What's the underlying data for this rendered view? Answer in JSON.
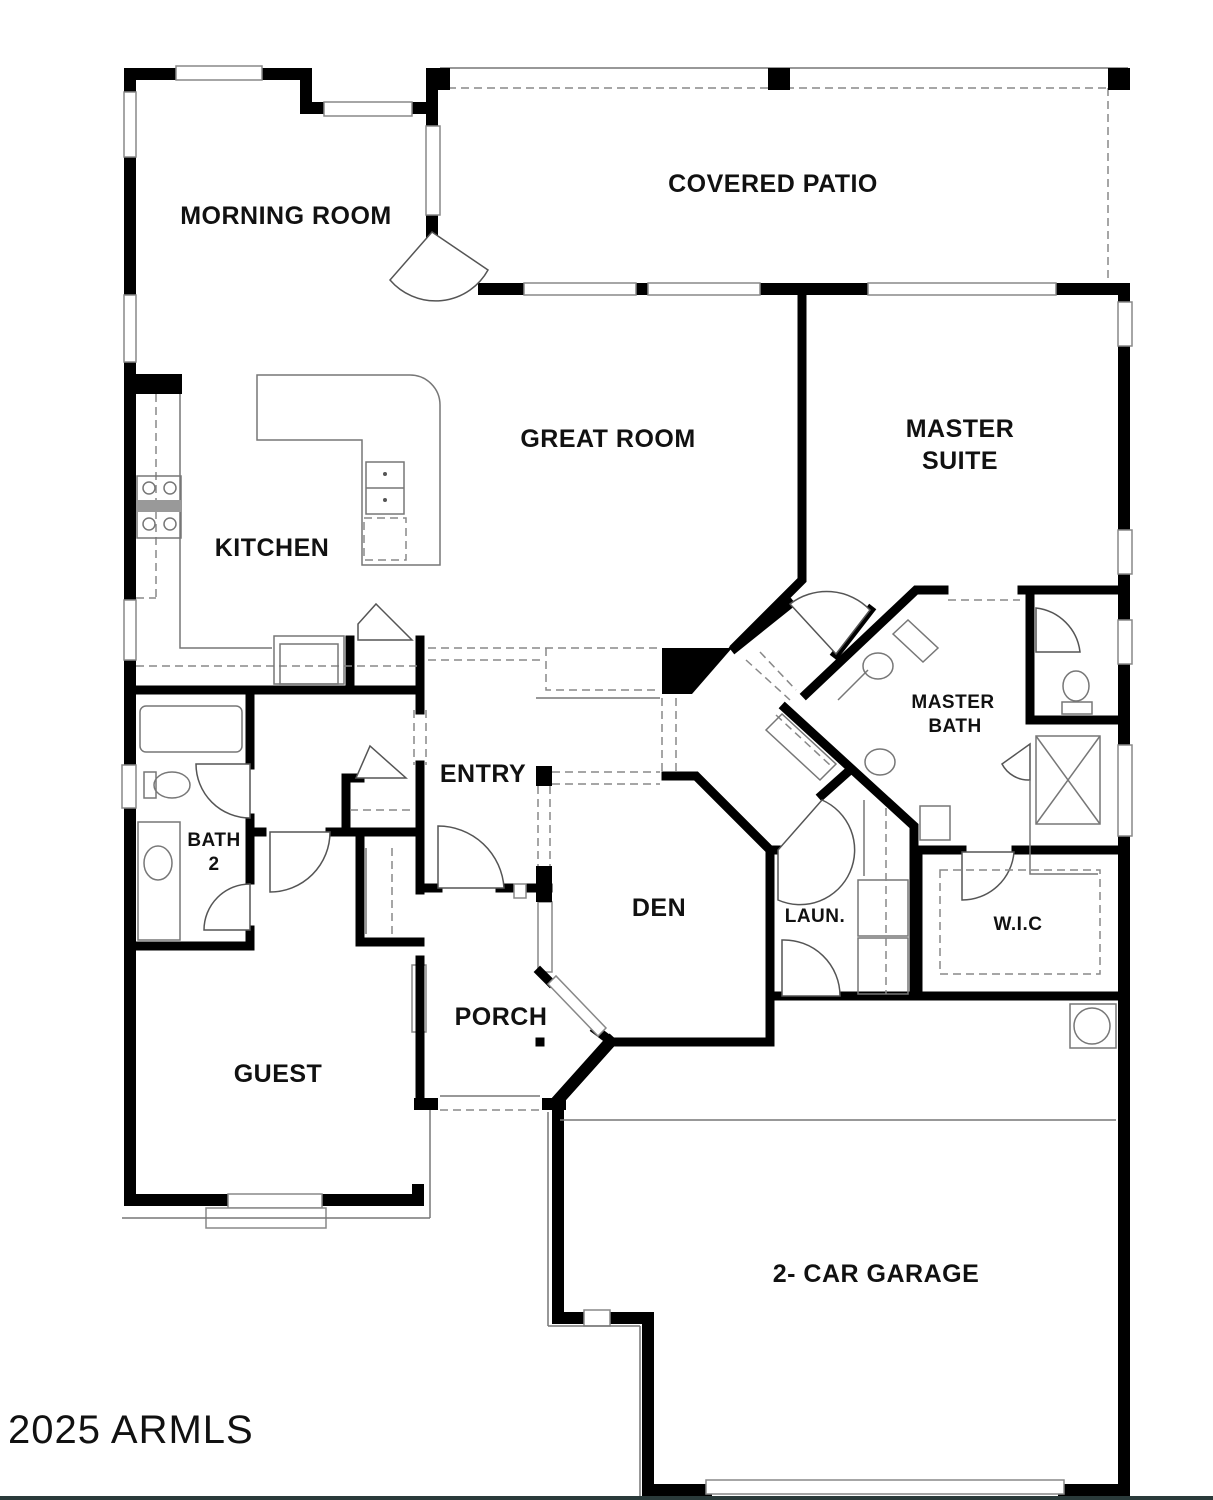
{
  "plan": {
    "rooms": {
      "morning_room": "MORNING ROOM",
      "covered_patio": "COVERED PATIO",
      "great_room": "GREAT ROOM",
      "master_suite_line1": "MASTER",
      "master_suite_line2": "SUITE",
      "kitchen": "KITCHEN",
      "master_bath_line1": "MASTER",
      "master_bath_line2": "BATH",
      "entry": "ENTRY",
      "bath2_line1": "BATH",
      "bath2_line2": "2",
      "den": "DEN",
      "laundry": "LAUN.",
      "wic": "W.I.C",
      "porch": "PORCH",
      "guest": "GUEST",
      "garage": "2- CAR GARAGE"
    },
    "copyright": "2025 ARMLS"
  }
}
